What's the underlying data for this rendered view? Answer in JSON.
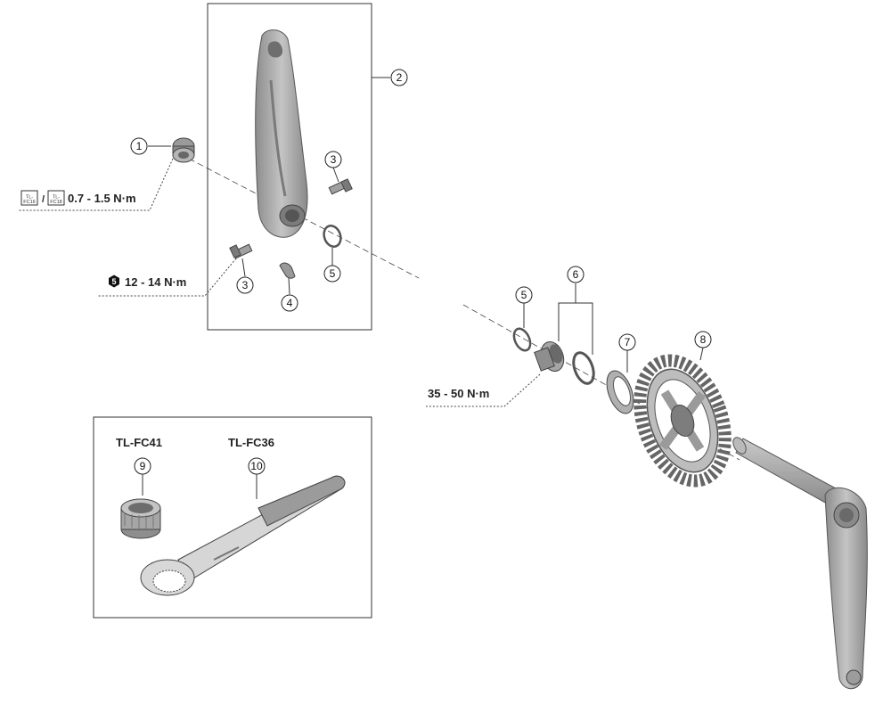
{
  "callouts": {
    "c1": "1",
    "c2": "2",
    "c3a": "3",
    "c3b": "3",
    "c4": "4",
    "c5a": "5",
    "c5b": "5",
    "c6": "6",
    "c7": "7",
    "c8": "8",
    "c9": "9",
    "c10": "10"
  },
  "torque": {
    "cap_tool_1": "TL-\nFC16",
    "cap_tool_2": "TL-\nFC18",
    "cap_value": "0.7 - 1.5 N·m",
    "bolt_hex": "5",
    "bolt_value": "12 - 14 N·m",
    "lockring_value": "35 - 50 N·m"
  },
  "tools": {
    "tool1": "TL-FC41",
    "tool2": "TL-FC36"
  },
  "colors": {
    "part_fill": "#a9a9a9",
    "part_dark": "#6f6f6f",
    "line": "#333333"
  }
}
